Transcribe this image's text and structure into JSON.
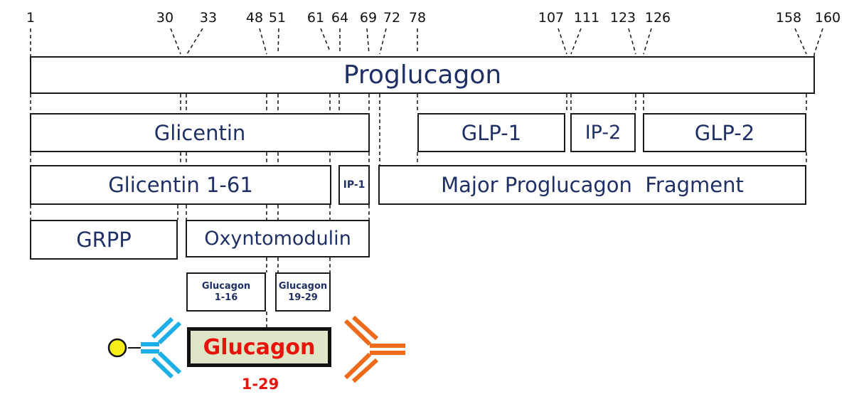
{
  "positions": [
    {
      "label": "1",
      "value": 1
    },
    {
      "label": "30",
      "value": 30
    },
    {
      "label": "33",
      "value": 33
    },
    {
      "label": "48",
      "value": 48
    },
    {
      "label": "51",
      "value": 51
    },
    {
      "label": "61",
      "value": 61
    },
    {
      "label": "64",
      "value": 64
    },
    {
      "label": "69",
      "value": 69
    },
    {
      "label": "72",
      "value": 72
    },
    {
      "label": "78",
      "value": 78
    },
    {
      "label": "107",
      "value": 107
    },
    {
      "label": "111",
      "value": 111
    },
    {
      "label": "123",
      "value": 123
    },
    {
      "label": "126",
      "value": 126
    },
    {
      "label": "158",
      "value": 158
    },
    {
      "label": "160",
      "value": 160
    }
  ],
  "segments": {
    "proglucagon": {
      "label": "Proglucagon",
      "start": 1,
      "end": 160
    },
    "glicentin": {
      "label": "Glicentin",
      "start": 1,
      "end": 69
    },
    "glp1": {
      "label": "GLP-1",
      "start": 78,
      "end": 107
    },
    "ip2": {
      "label": "IP-2",
      "start": 111,
      "end": 123
    },
    "glp2": {
      "label": "GLP-2",
      "start": 126,
      "end": 158
    },
    "glicentin_1_61": {
      "label": "Glicentin 1-61",
      "start": 1,
      "end": 61
    },
    "ip1": {
      "label": "IP-1",
      "start": 64,
      "end": 69
    },
    "mpgf": {
      "label": "Major Proglucagon  Fragment",
      "start": 72,
      "end": 158
    },
    "grpp": {
      "label": "GRPP",
      "start": 1,
      "end": 30
    },
    "oxyntomodulin": {
      "label": "Oxyntomodulin",
      "start": 33,
      "end": 69
    },
    "glucagon_1_16": {
      "line1": "Glucagon",
      "line2": "1-16",
      "start": 33,
      "end": 48
    },
    "glucagon_19_29": {
      "line1": "Glucagon",
      "line2": "19-29",
      "start": 51,
      "end": 61
    }
  },
  "glucagon": {
    "label": "Glucagon",
    "sublabel": "1-29",
    "fill": "#dfe6c8",
    "text_color": "#e8140c"
  },
  "antibodies": {
    "left_color": "#1eaee8",
    "right_color": "#ef6a1a",
    "label_dot_color": "#f7ee1a"
  },
  "colors": {
    "box_text": "#1f3066",
    "border": "#1a1a1a"
  }
}
